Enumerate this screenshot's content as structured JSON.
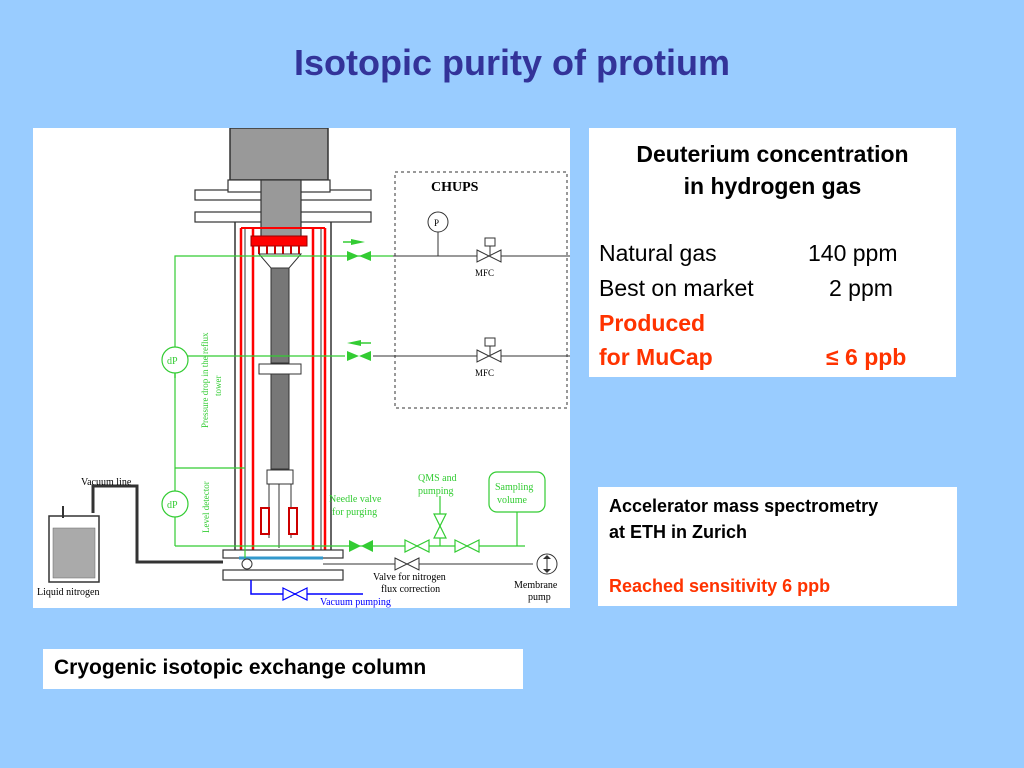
{
  "title": "Isotopic purity of protium",
  "diagram": {
    "chups_label": "CHUPS",
    "p_label": "P",
    "mfc_top": "MFC",
    "mfc_bottom": "MFC",
    "dp_top": "dP",
    "dp_bottom": "dP",
    "pressure_drop_l1": "Pressure drop in the reflux",
    "pressure_drop_l2": "tower",
    "level_detector": "Level detector",
    "vacuum_line": "Vacuum line",
    "liquid_nitrogen": "Liquid nitrogen",
    "needle_valve_l1": "Needle valve",
    "needle_valve_l2": "for purging",
    "qms_l1": "QMS and",
    "qms_l2": "pumping",
    "sampling_l1": "Sampling",
    "sampling_l2": "volume",
    "valve_nitrogen_l1": "Valve for nitrogen",
    "valve_nitrogen_l2": "flux correction",
    "membrane_l1": "Membrane",
    "membrane_l2": "pump",
    "vacuum_pumping": "Vacuum pumping"
  },
  "deuterium_box": {
    "heading_l1": "Deuterium concentration",
    "heading_l2": "in  hydrogen gas",
    "natural_label": "Natural gas",
    "natural_value": "140 ppm",
    "market_label": "Best on market",
    "market_value": "2 ppm",
    "produced_l1": "Produced",
    "produced_l2": "for MuCap",
    "produced_value": "≤ 6 ppb"
  },
  "ams_box": {
    "line1": "Accelerator mass spectrometry",
    "line2": "at ETH in Zurich",
    "line3": "Reached sensitivity 6 ppb"
  },
  "caption": "Cryogenic isotopic exchange column",
  "colors": {
    "background": "#99ccff",
    "title": "#333399",
    "accent_red": "#ff3300",
    "diagram_green": "#33cc33",
    "diagram_red": "#ff0000",
    "diagram_blue": "#0000ff"
  }
}
